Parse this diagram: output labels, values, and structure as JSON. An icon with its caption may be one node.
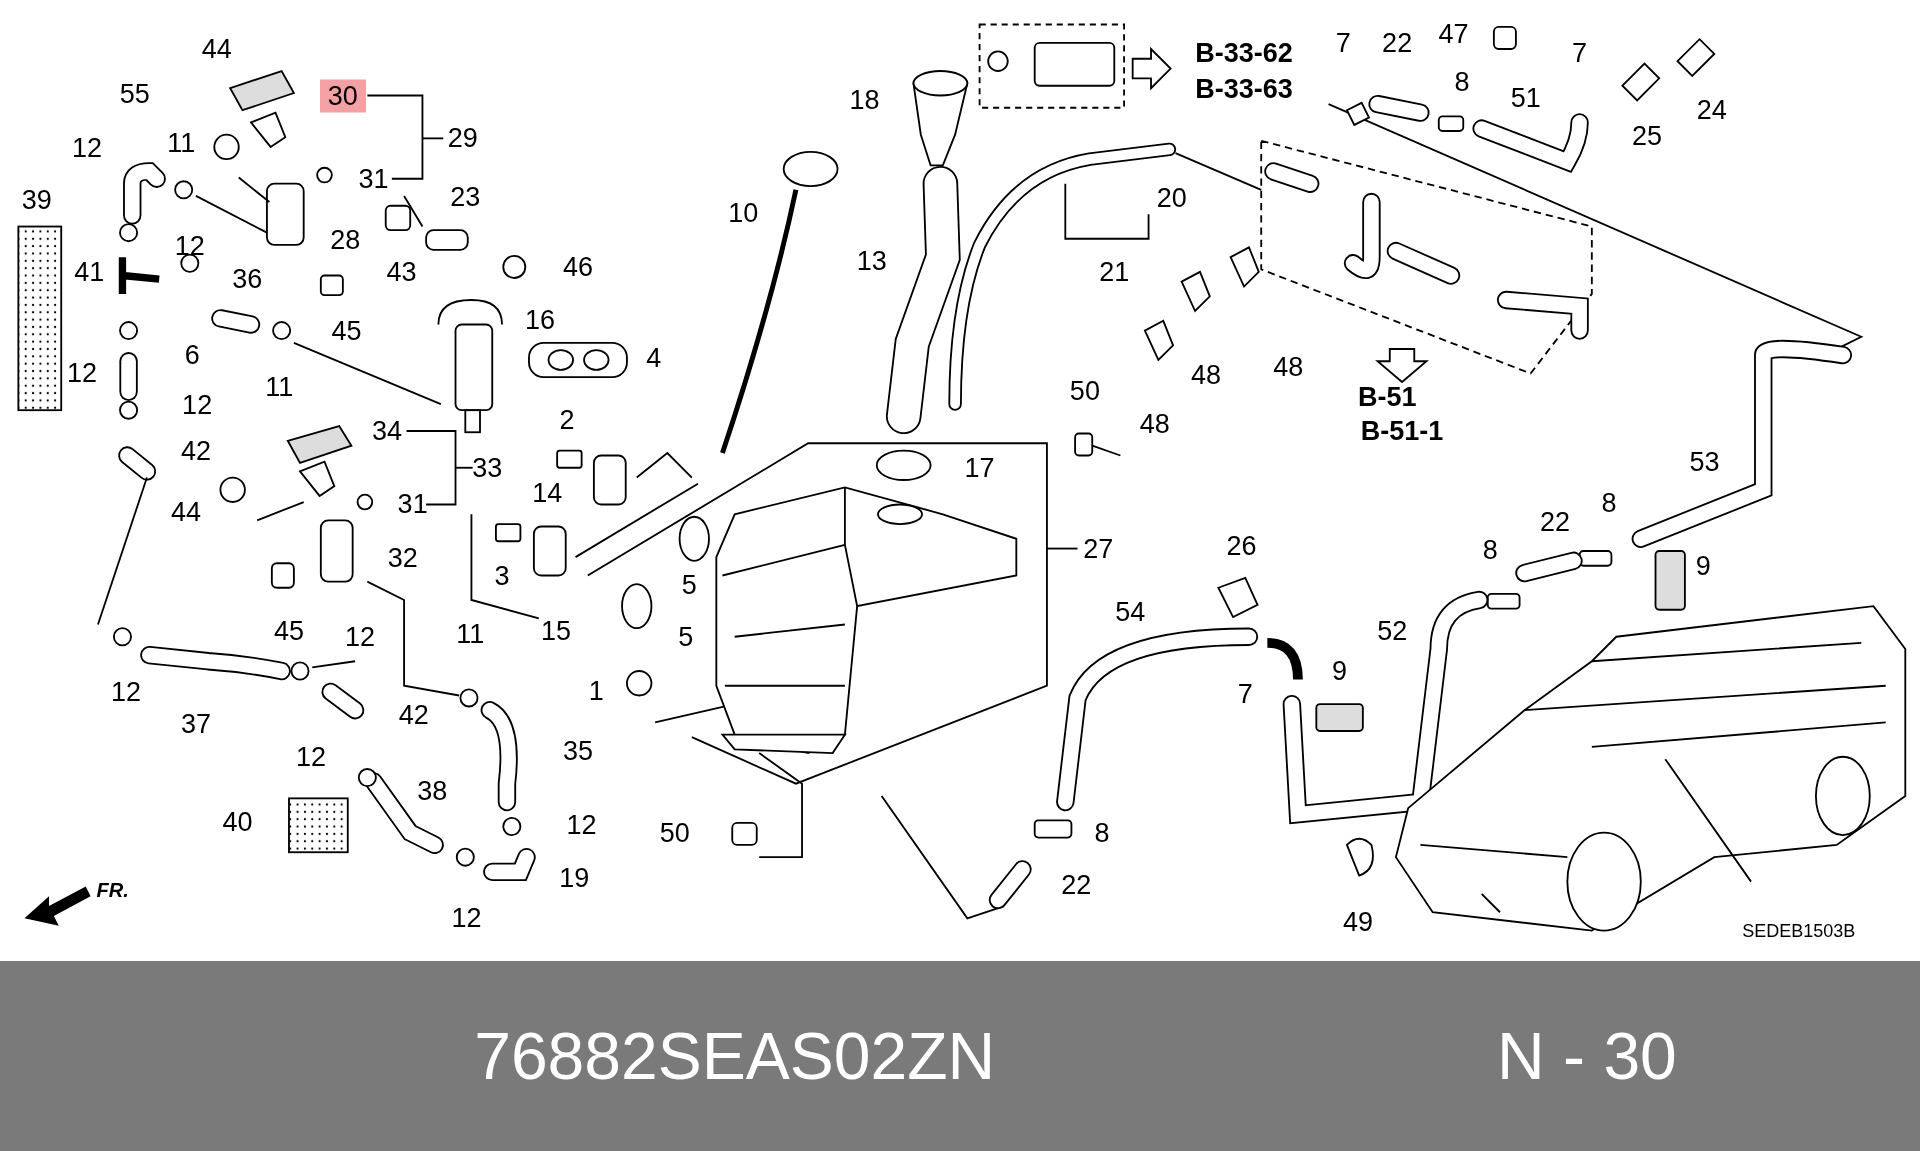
{
  "diagram": {
    "labels": [
      "44",
      "30",
      "29",
      "31",
      "55",
      "11",
      "12",
      "39",
      "28",
      "23",
      "43",
      "46",
      "41",
      "12",
      "36",
      "45",
      "16",
      "6",
      "12",
      "11",
      "4",
      "12",
      "34",
      "33",
      "2",
      "42",
      "44",
      "31",
      "14",
      "32",
      "3",
      "15",
      "45",
      "12",
      "11",
      "12",
      "37",
      "42",
      "1",
      "12",
      "35",
      "38",
      "40",
      "12",
      "19",
      "12",
      "50",
      "FR.",
      "18",
      "10",
      "13",
      "17",
      "5",
      "5",
      "27",
      "21",
      "20",
      "B-33-62",
      "B-33-63",
      "7",
      "22",
      "47",
      "7",
      "8",
      "51",
      "25",
      "24",
      "48",
      "48",
      "48",
      "50",
      "B-51",
      "B-51-1",
      "53",
      "8",
      "22",
      "9",
      "8",
      "26",
      "54",
      "52",
      "9",
      "7",
      "8",
      "22",
      "49",
      "SEDEB1503B",
      "76882SEAS02ZN",
      "N - 30"
    ]
  }
}
